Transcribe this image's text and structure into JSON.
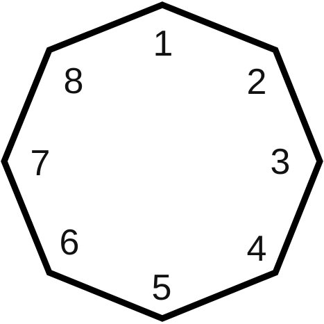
{
  "diagram": {
    "shape": "octagon",
    "stroke_color": "#000000",
    "fill_color": "#ffffff",
    "label_color": "#111111",
    "labels": [
      "1",
      "2",
      "3",
      "4",
      "5",
      "6",
      "7",
      "8"
    ]
  }
}
